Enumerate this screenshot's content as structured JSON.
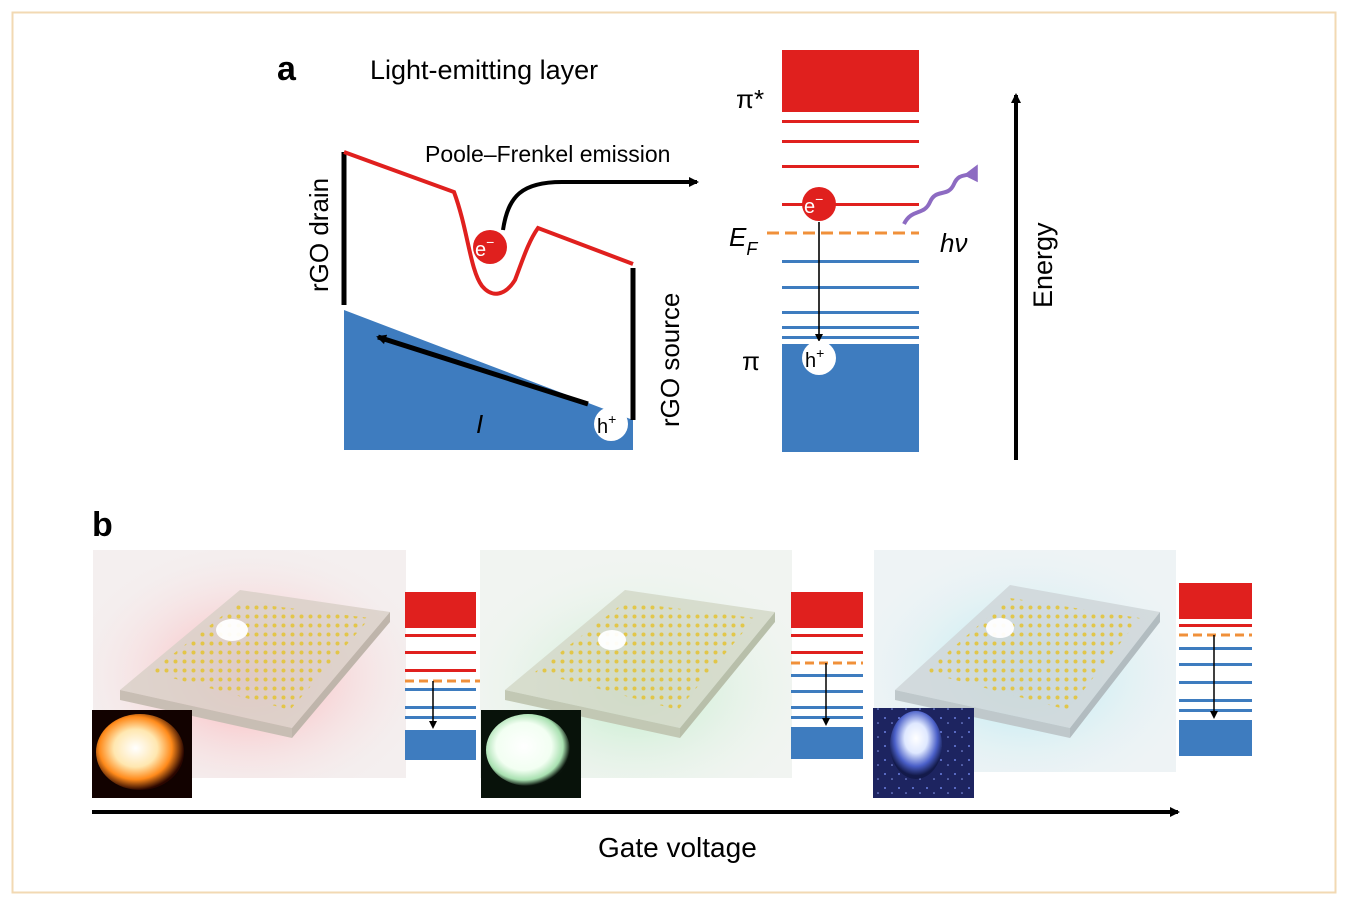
{
  "panel_a": {
    "label": "a",
    "title": "Light-emitting layer",
    "emission_label": "Poole–Frenkel emission",
    "drain_label": "rGO drain",
    "source_label": "rGO source",
    "current_label": "I",
    "electron": "e",
    "electron_sup": "−",
    "hole": "h",
    "hole_sup": "+",
    "pi_star": "π*",
    "pi": "π",
    "fermi": "E",
    "fermi_sub": "F",
    "photon": "hν",
    "energy_label": "Energy"
  },
  "panel_b": {
    "label": "b",
    "axis_label": "Gate voltage"
  },
  "colors": {
    "red": "#e0201e",
    "blue": "#3e7cbf",
    "orange": "#f0903a",
    "purple": "#8d6bc2",
    "frame": "#f2d9b3"
  }
}
